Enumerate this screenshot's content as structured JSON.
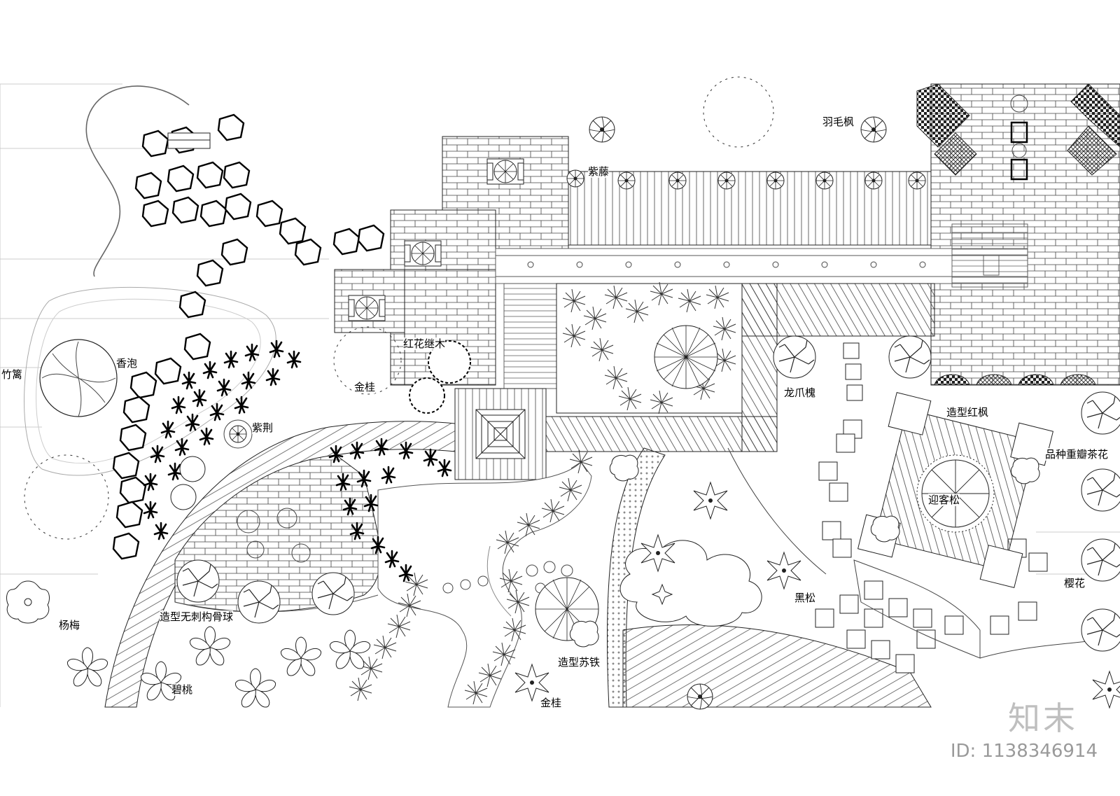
{
  "labels": {
    "zhuli": "竹篱",
    "xiangpao": "香泡",
    "zijing": "紫荆",
    "jingui_1": "金桂",
    "honghua": "红花继木",
    "zitengplant": "紫藤",
    "yumaofeng": "羽毛枫",
    "longzhuahuai": "龙爪槐",
    "zaoxinghongfeng": "造型红枫",
    "chahua": "品种重瓣茶花",
    "yingkesong": "迎客松",
    "yinghua": "樱花",
    "heisong": "黑松",
    "sutie": "造型苏铁",
    "jingui_2": "金桂",
    "gouguqiu": "造型无刺构骨球",
    "yangmei": "杨梅",
    "bitao": "碧桃"
  },
  "brand": {
    "logo": "知末",
    "id": "ID: 1138346914"
  },
  "colors": {
    "line": "#222222",
    "light": "#9a9a9a",
    "watermark": "#bfbfbf"
  }
}
